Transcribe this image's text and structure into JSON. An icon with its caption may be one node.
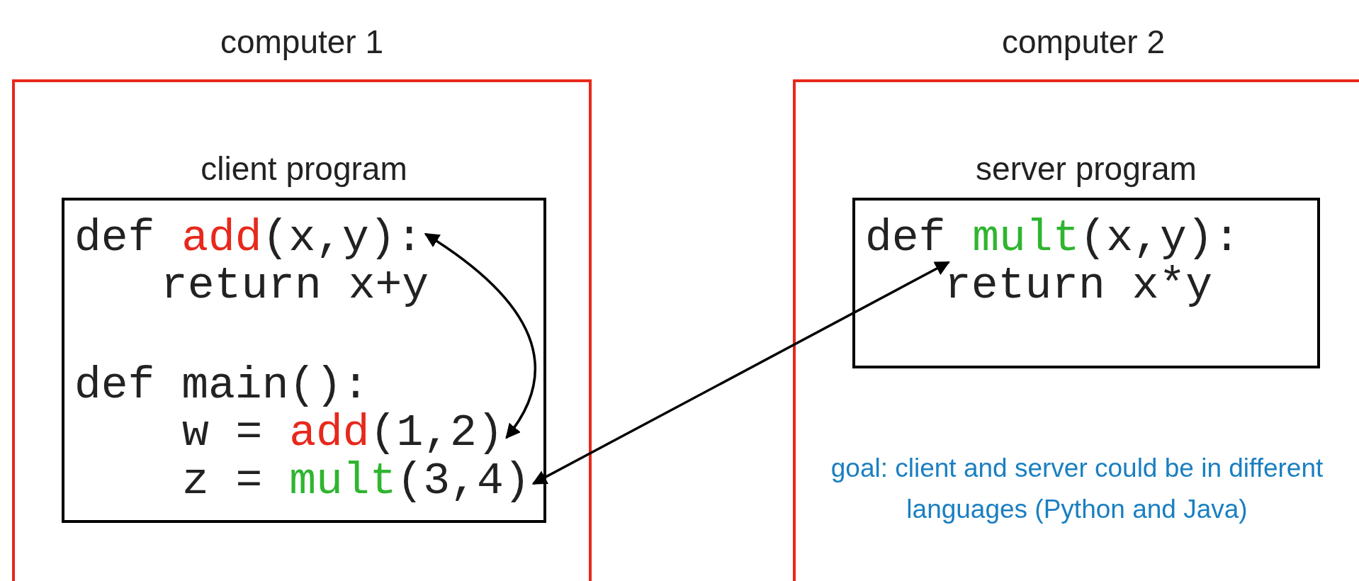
{
  "diagram": {
    "nodes": [
      {
        "text": [
          "computer 1"
        ]
      },
      {
        "text": [
          "client program"
        ],
        "in": 0
      },
      {
        "text": [
          "def add(x,y):"
        ],
        "in": 1
      },
      {
        "text": [
          "return x+y"
        ],
        "in": 1
      },
      {
        "text": [
          "def main():"
        ],
        "in": 1
      },
      {
        "text": [
          "w = add(1,2)"
        ],
        "in": 1
      },
      {
        "text": [
          "z = mult(3,4)"
        ],
        "in": 1
      },
      {
        "text": [
          "computer 2"
        ]
      },
      {
        "text": [
          "server program"
        ],
        "in": 7
      },
      {
        "text": [
          "def mult(x,y):"
        ],
        "in": 8
      },
      {
        "text": [
          "return x*y"
        ],
        "in": 8
      }
    ],
    "edges": [
      {
        "from": 2,
        "to": 5,
        "arrow": "both"
      },
      {
        "from": 6,
        "to": 9,
        "arrow": "both"
      }
    ],
    "labels": [
      "goal: client and server could be in different languages (Python and Java)"
    ]
  }
}
